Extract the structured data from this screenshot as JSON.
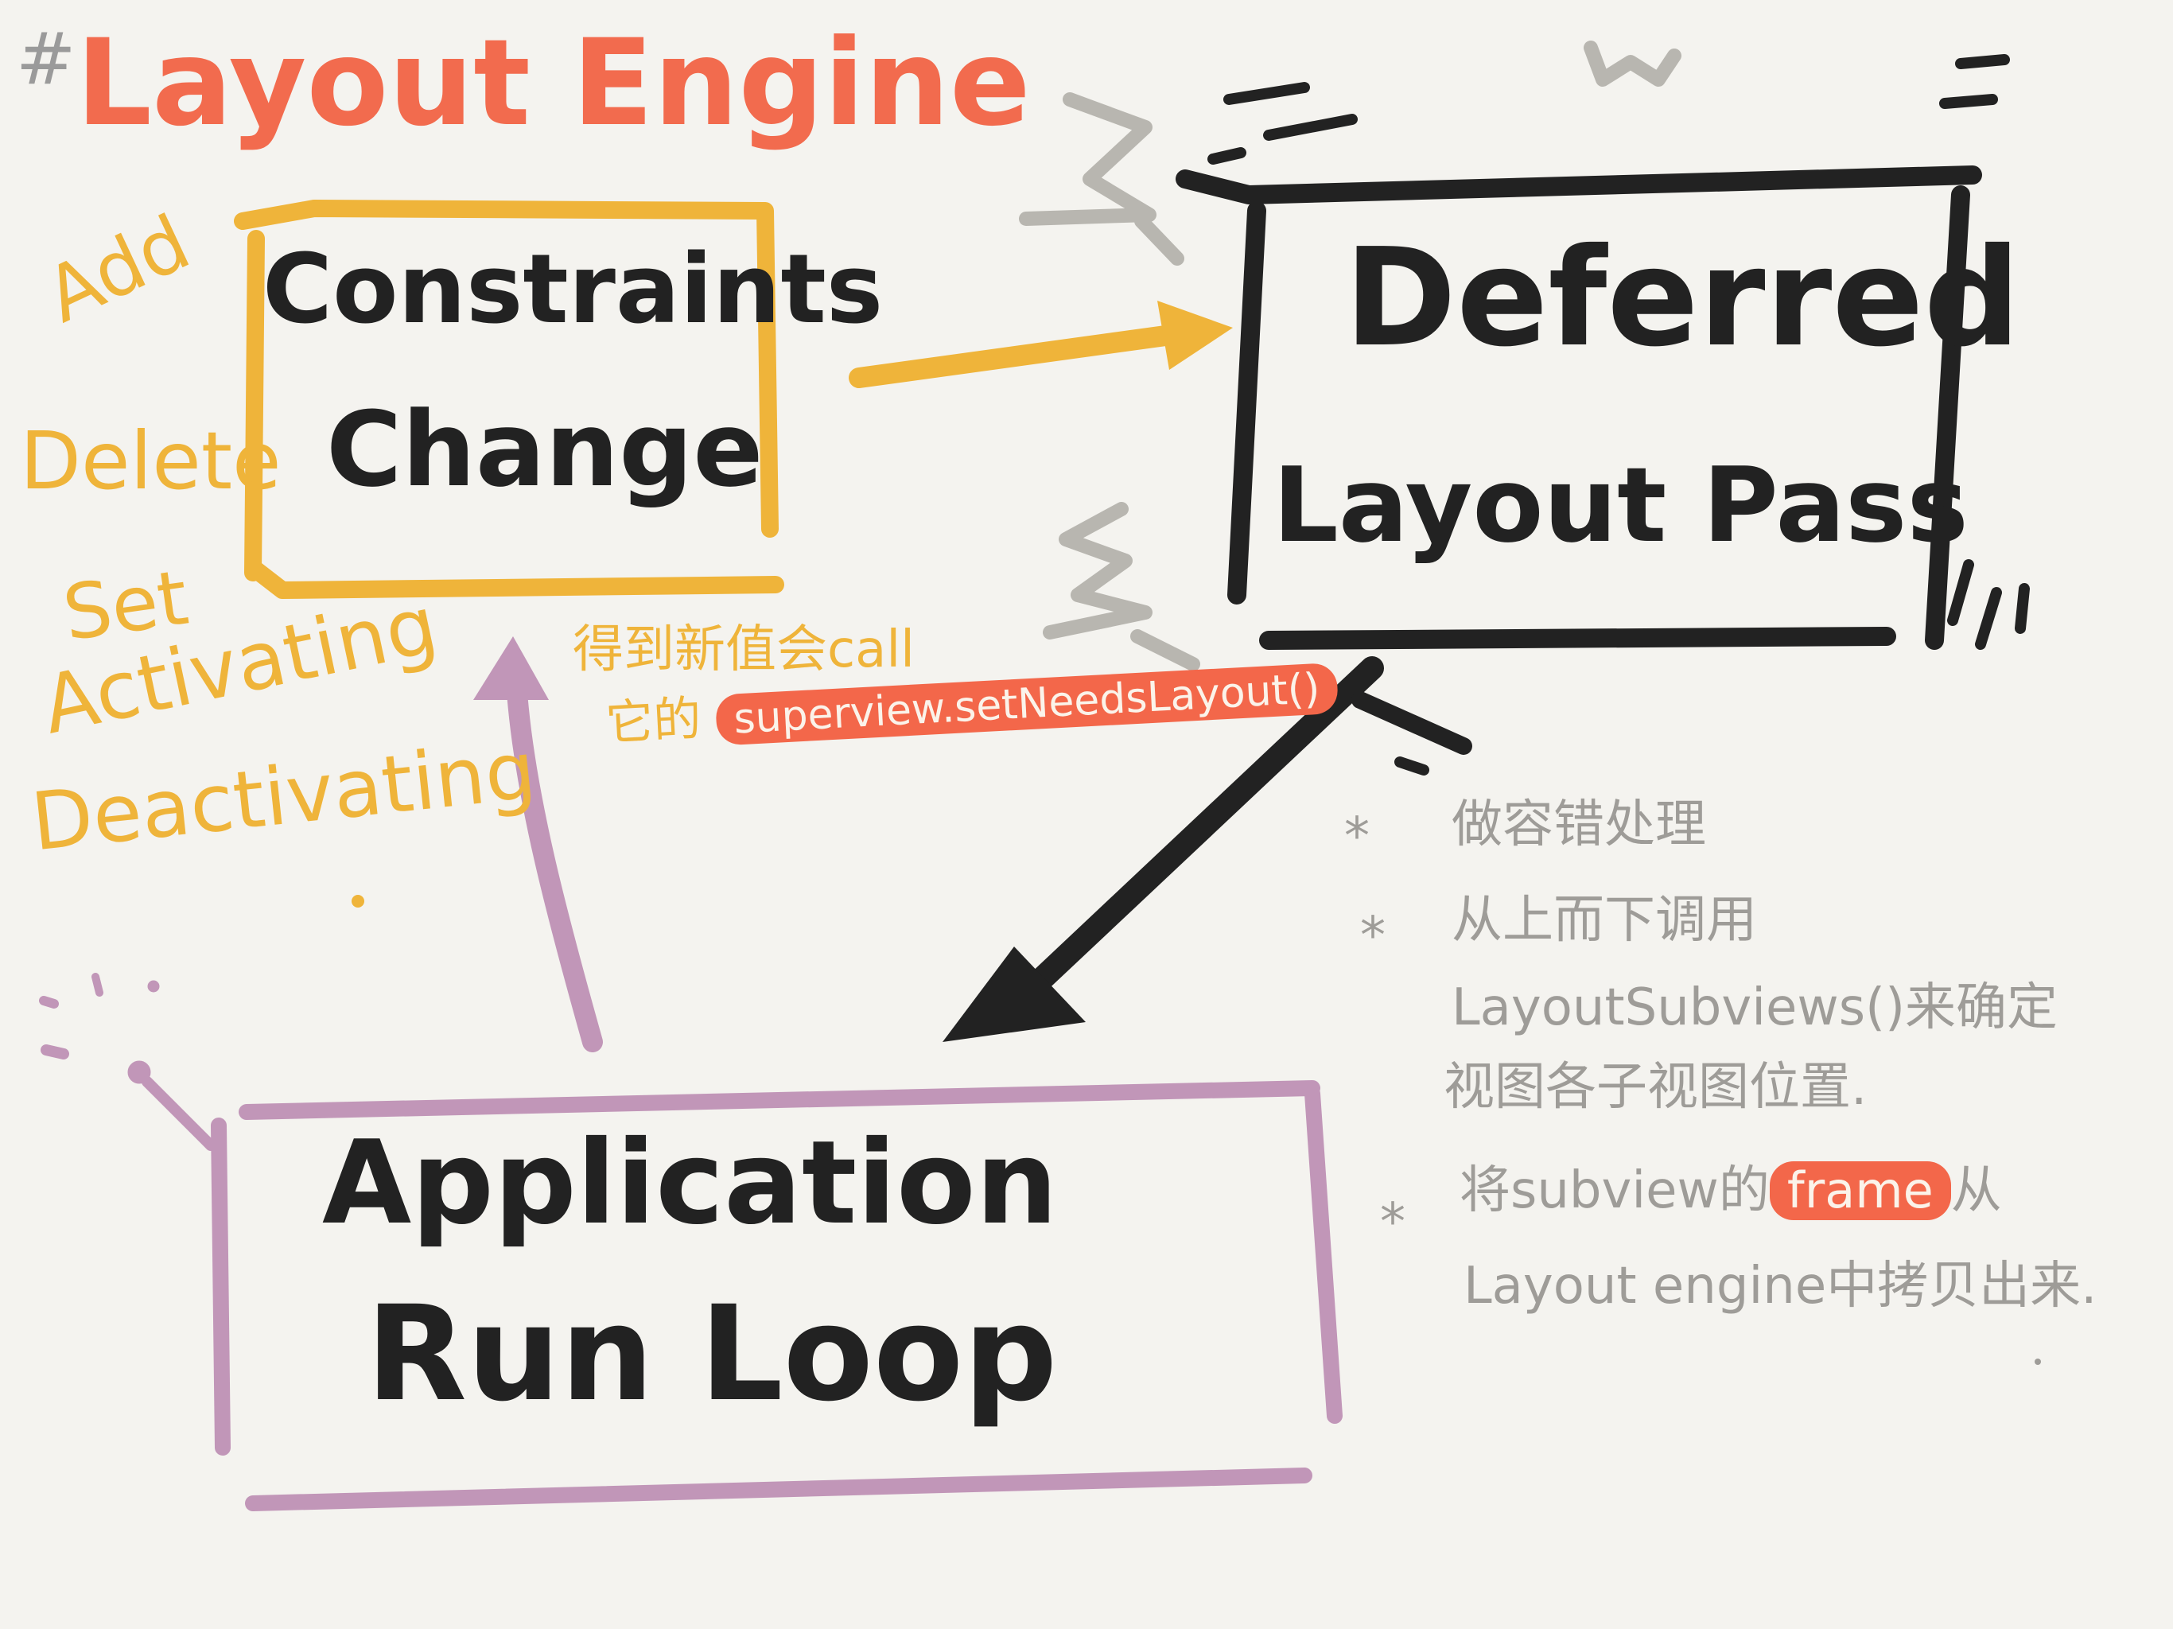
{
  "title": {
    "hash": "#",
    "text": "Layout Engine"
  },
  "constraints_box": {
    "line1": "Constraints",
    "line2": "Change"
  },
  "deferred_box": {
    "line1": "Deferred",
    "line2": "Layout Pass"
  },
  "runloop_box": {
    "line1": "Application",
    "line2": "Run Loop"
  },
  "actions": [
    "Add",
    "Delete",
    "Set",
    "Activating",
    "Deactivating"
  ],
  "call_note": {
    "line1": "得到新值会call",
    "prefix": "它的",
    "code": "superview.setNeedsLayout()"
  },
  "notes": {
    "item1": "做容错处理",
    "item2_line1": "从上而下调用",
    "item2_line2": "LayoutSubviews()来确定",
    "item2_line3": "视图各子视图位置.",
    "item3_prefix": "将subview的",
    "item3_highlight": "frame",
    "item3_suffix": "从",
    "item3_line2": "Layout engine中拷贝出来.",
    "bullet": "*"
  },
  "colors": {
    "title": "#f26b4e",
    "constraints": "#efb43a",
    "deferred": "#222222",
    "runloop": "#c196b8",
    "arrow_to_deferred": "#efb43a",
    "arrow_to_runloop": "#222222",
    "arrow_to_constraints": "#c196b8",
    "sketch_gray": "#b8b6b0",
    "pill": "#f3674a"
  }
}
